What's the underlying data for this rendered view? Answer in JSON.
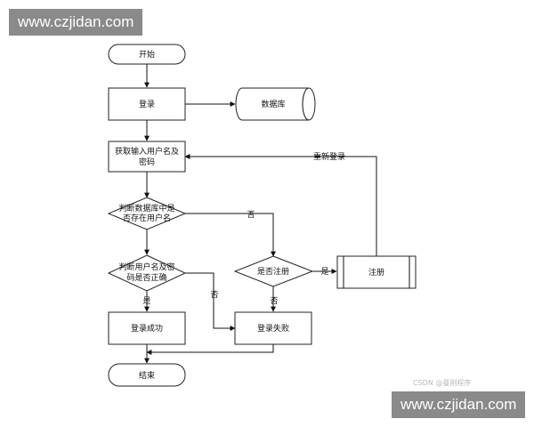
{
  "watermark": {
    "top": "www.czjidan.com",
    "bottom": "www.czjidan.com"
  },
  "credit": "CSDN @曼刚程序",
  "diagram": {
    "nodes": {
      "start": "开始",
      "login": "登录",
      "database": "数据库",
      "get_input": [
        "获取输入用户名及",
        "密码"
      ],
      "check_user": [
        "判断数据库中是",
        "否存在用户名"
      ],
      "check_pwd": [
        "判断用户名及密",
        "码是否正确"
      ],
      "ask_register": "是否注册",
      "register": "注册",
      "login_success": "登录成功",
      "login_fail": "登录失败",
      "end": "结束"
    },
    "edge_labels": {
      "relogin": "重新登录",
      "user_no": "否",
      "pwd_yes": "是",
      "pwd_no": "否",
      "register_yes": "是",
      "register_no": "否"
    }
  }
}
